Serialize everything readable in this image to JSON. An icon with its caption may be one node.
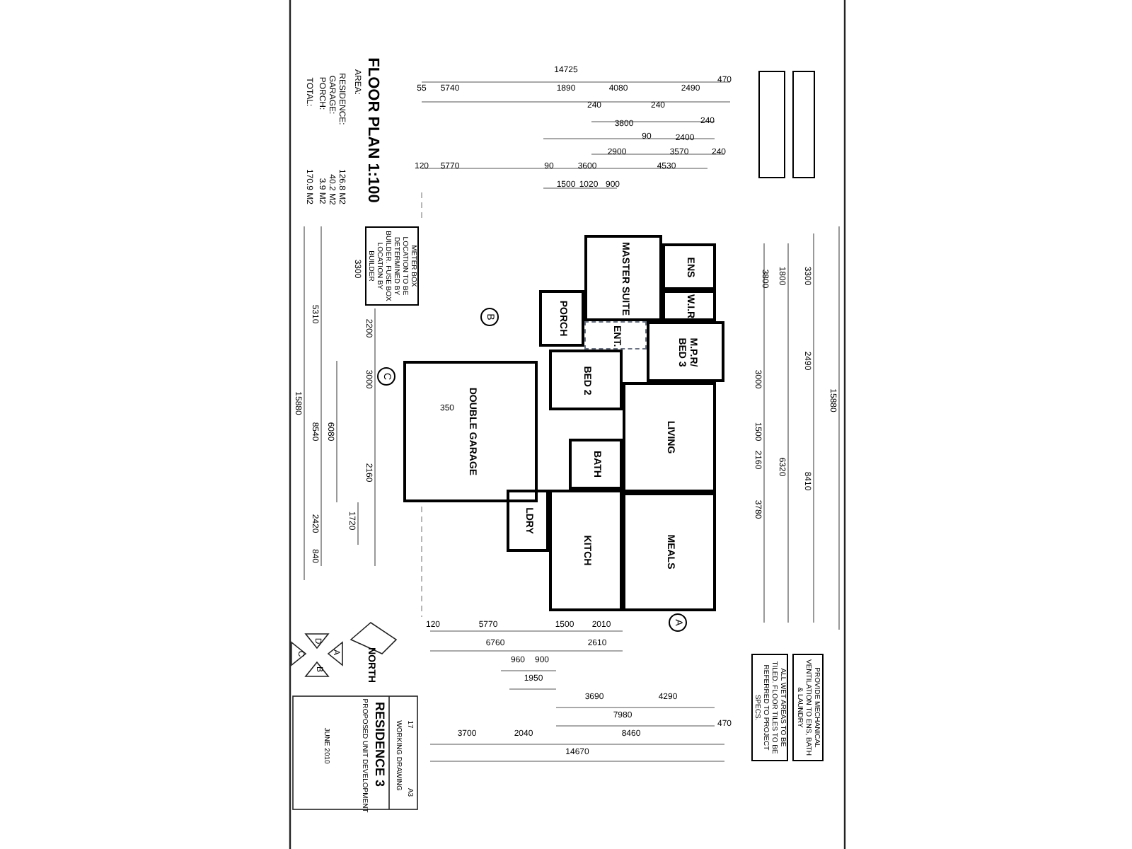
{
  "diagram": {
    "nodes": [
      {
        "text": [
          "MASTER SUITE"
        ]
      },
      {
        "text": [
          "ENS"
        ]
      },
      {
        "text": [
          "W.I.R"
        ]
      },
      {
        "text": [
          "ENT."
        ]
      },
      {
        "text": [
          "M.P.R/ BED 3"
        ]
      },
      {
        "text": [
          "PORCH"
        ]
      },
      {
        "text": [
          "BED 2"
        ]
      },
      {
        "text": [
          "LIVING"
        ]
      },
      {
        "text": [
          "BATH"
        ]
      },
      {
        "text": [
          "MEALS"
        ]
      },
      {
        "text": [
          "KITCH"
        ]
      },
      {
        "text": [
          "LDRY"
        ]
      },
      {
        "text": [
          "DOUBLE GARAGE"
        ]
      },
      {
        "text": [
          "METER BOX LOCATION TO BE DETERMINED BY BUILDER. FUSE BOX LOCATION BY BUILDER"
        ]
      },
      {
        "text": [],
        "shape": "box"
      },
      {
        "text": [],
        "shape": "box"
      },
      {
        "text": [
          "ALL WET AREAS TO BE TILED. FLOOR TILES TO BE REFERRED TO PROJECT SPECS."
        ]
      },
      {
        "text": [
          "PROVIDE MECHANICAL VENTILATION TO ENS, BATH & LAUNDRY"
        ]
      }
    ],
    "labels": [
      "TOTAL:",
      "170.9 M2",
      "PORCH:",
      "3.9 M2",
      "GARAGE:",
      "40.2 M2",
      "RESIDENCE:",
      "126.8 M2",
      "AREA:",
      "FLOOR PLAN 1:100",
      "14725",
      "55",
      "5740",
      "1890",
      "4080",
      "2490",
      "470",
      "240",
      "240",
      "3800",
      "90",
      "240",
      "2400",
      "2900",
      "3570",
      "240",
      "120",
      "5770",
      "90",
      "3600",
      "4530",
      "1500",
      "1020",
      "900",
      "15880",
      "5310",
      "8540",
      "2420",
      "840",
      "6080",
      "3300",
      "2200",
      "3000",
      "2160",
      "1720",
      "350",
      "3300",
      "2490",
      "8410",
      "15880",
      "3800",
      "1800",
      "3000",
      "1500",
      "2160",
      "3780",
      "6320",
      "120",
      "5770",
      "1500",
      "2010",
      "6760",
      "2610",
      "960",
      "900",
      "1950",
      "3690",
      "4290",
      "7980",
      "3700",
      "2040",
      "8460",
      "14670",
      "470",
      "A",
      "B",
      "C",
      "D",
      "C",
      "A",
      "B",
      "NORTH",
      "JUNE 2010",
      "PROPOSED UNIT DEVELOPMENT",
      "RESIDENCE 3",
      "WORKING DRAWING",
      "17",
      "A3"
    ]
  }
}
